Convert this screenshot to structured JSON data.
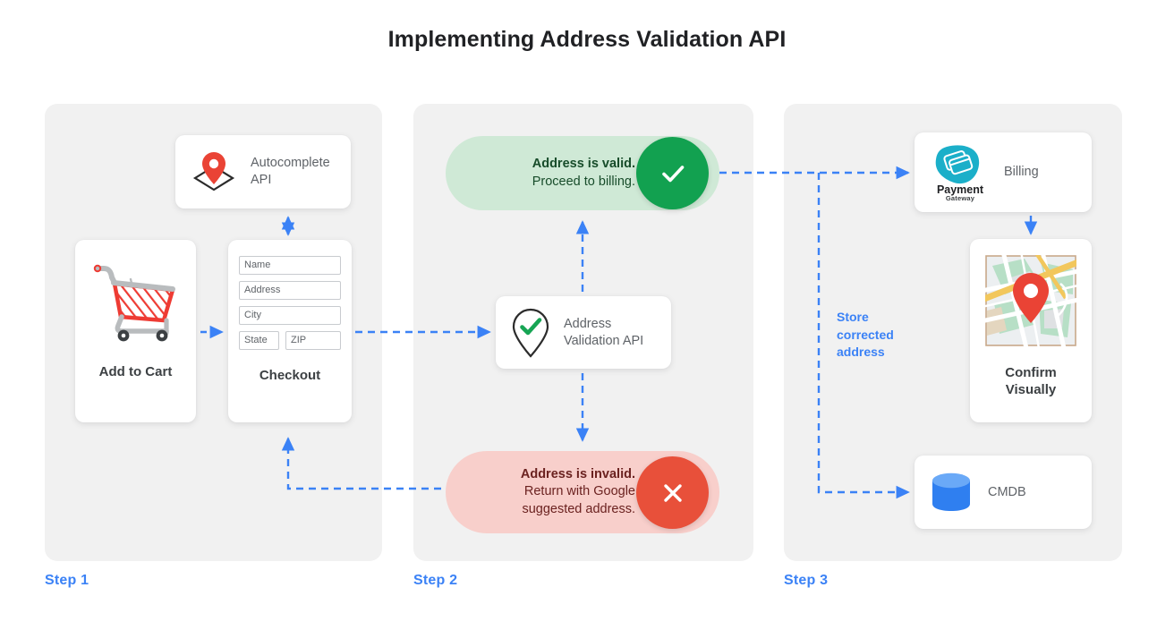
{
  "title": "Implementing Address Validation API",
  "accent_color": "#3b82f6",
  "steps": [
    {
      "label": "Step 1"
    },
    {
      "label": "Step 2"
    },
    {
      "label": "Step 3"
    }
  ],
  "step1": {
    "autocomplete_card": {
      "label_line1": "Autocomplete",
      "label_line2": "API",
      "icon": "map-pin-diamond-icon"
    },
    "cart_card": {
      "caption": "Add to Cart",
      "icon": "shopping-cart-icon"
    },
    "checkout_card": {
      "caption": "Checkout",
      "fields": [
        {
          "name": "name-field",
          "placeholder": "Name"
        },
        {
          "name": "address-field",
          "placeholder": "Address"
        },
        {
          "name": "city-field",
          "placeholder": "City"
        },
        {
          "name": "state-field",
          "placeholder": "State"
        },
        {
          "name": "zip-field",
          "placeholder": "ZIP"
        }
      ]
    }
  },
  "step2": {
    "valid_pill": {
      "line1": "Address is valid.",
      "line2": "Proceed to billing.",
      "badge_icon": "check-icon",
      "bg_color": "#cfe9d6",
      "badge_color": "#12a150"
    },
    "validation_card": {
      "label_line1": "Address",
      "label_line2": "Validation API",
      "icon": "pin-check-icon"
    },
    "invalid_pill": {
      "line1": "Address is invalid.",
      "line2": "Return with Google",
      "line3": "suggested address.",
      "badge_icon": "close-icon",
      "bg_color": "#f8cfcb",
      "badge_color": "#e8503a"
    }
  },
  "step3": {
    "billing_card": {
      "label": "Billing",
      "icon": "payment-gateway-icon",
      "icon_text_1": "Payment",
      "icon_text_2": "Gateway"
    },
    "confirm_card": {
      "caption_line1": "Confirm",
      "caption_line2": "Visually",
      "icon": "map-thumbnail-icon"
    },
    "cmdb_card": {
      "label": "CMDB",
      "icon": "database-icon"
    },
    "store_note": "Store corrected address"
  }
}
